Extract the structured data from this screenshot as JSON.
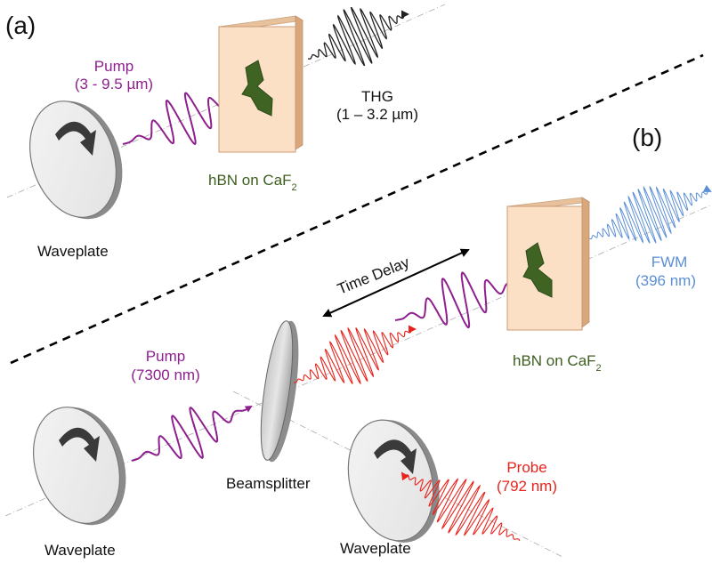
{
  "panel_a": {
    "tag": "(a)",
    "pump_line1": "Pump",
    "pump_line2": "(3 - 9.5 µm)",
    "thg_line1": "THG",
    "thg_line2": "(1 – 3.2 µm)",
    "sample_main": "hBN on CaF",
    "sample_sub": "2",
    "waveplate": "Waveplate"
  },
  "panel_b": {
    "tag": "(b)",
    "pump_line1": "Pump",
    "pump_line2": "(7300 nm)",
    "time_delay": "Time Delay",
    "fwm_line1": "FWM",
    "fwm_line2": "(396 nm)",
    "sample_main": "hBN on CaF",
    "sample_sub": "2",
    "beamsplitter": "Beamsplitter",
    "probe_line1": "Probe",
    "probe_line2": "(792 nm)",
    "waveplate_left": "Waveplate",
    "waveplate_right": "Waveplate"
  },
  "colors": {
    "pump": "#8e1f8e",
    "probe": "#e8231c",
    "fwm": "#5b8fd6",
    "thg": "#222222",
    "sample_text": "#3d5e1e",
    "crystal_face": "#fbe0c6",
    "flake": "#3f6322"
  }
}
